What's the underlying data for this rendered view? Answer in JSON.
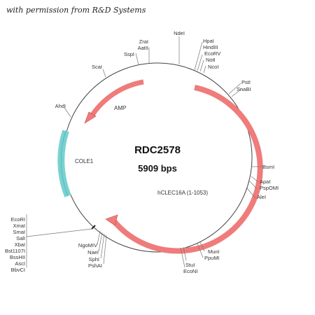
{
  "caption": "with permission from R&D Systems",
  "plasmid": {
    "name": "RDC2578",
    "size": "5909 bps"
  },
  "features": {
    "amp": "AMP",
    "cole1": "COLE1",
    "insert": "hCLEC16A (1-1053)"
  },
  "colors": {
    "feature_arrow": "#ef7b7b",
    "feature_stroke": "#c94d4d",
    "ori_block": "#79d2d2",
    "backbone": "#444444"
  },
  "sites": {
    "ndei": "NdeI",
    "zrai": "ZraI",
    "aatii": "AatII",
    "sspi": "SspI",
    "hpai": "HpaI",
    "hindiii": "HindIII",
    "ecorv": "EcoRV",
    "noti": "NotI",
    "ncoi": "NcoI",
    "scai": "ScaI",
    "psti": "PstI",
    "snabi": "SnaBI",
    "ahdi": "AhdI",
    "bsmi": "BsmI",
    "apai": "ApaI",
    "pspomi": "PspOMI",
    "alei": "AleI",
    "ecori": "EcoRI",
    "xmai": "XmaI",
    "smai": "SmaI",
    "sali": "SalI",
    "xbai": "XbaI",
    "bst1107i": "Bst1107I",
    "bsshii": "BssHII",
    "asci": "AscI",
    "bbvci": "BbvCI",
    "ngomiv": "NgoMIV",
    "naei": "NaeI",
    "sphi": "SphI",
    "pshai": "PshAI",
    "muni": "MunI",
    "ppumi": "PpuMI",
    "stui": "StuI",
    "econi": "EcoNI"
  }
}
